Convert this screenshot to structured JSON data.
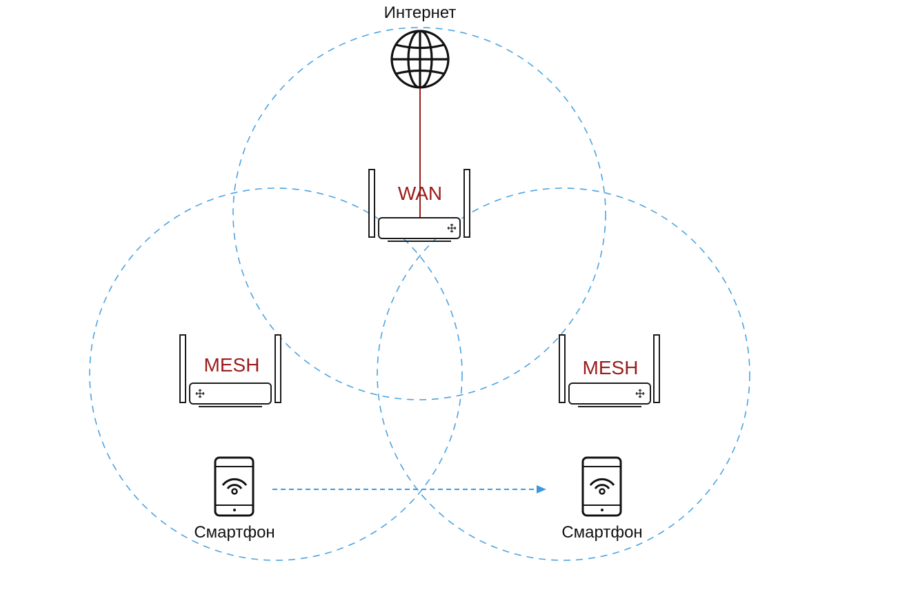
{
  "internet": {
    "label": "Интернет",
    "icon": "globe-icon"
  },
  "routers": {
    "main": {
      "label": "WAN",
      "icon": "router-icon"
    },
    "left": {
      "label": "MESH",
      "icon": "router-icon"
    },
    "right": {
      "label": "MESH",
      "icon": "router-icon"
    }
  },
  "devices": {
    "left": {
      "label": "Смартфон",
      "icon": "smartphone-wifi-icon"
    },
    "right": {
      "label": "Смартфон",
      "icon": "smartphone-wifi-icon"
    }
  },
  "colors": {
    "coverage": "#4aa3e2",
    "wan_link": "#9b1b1b",
    "labels_accent": "#9b1b1b",
    "roaming_arrow": "#3c97e0"
  }
}
